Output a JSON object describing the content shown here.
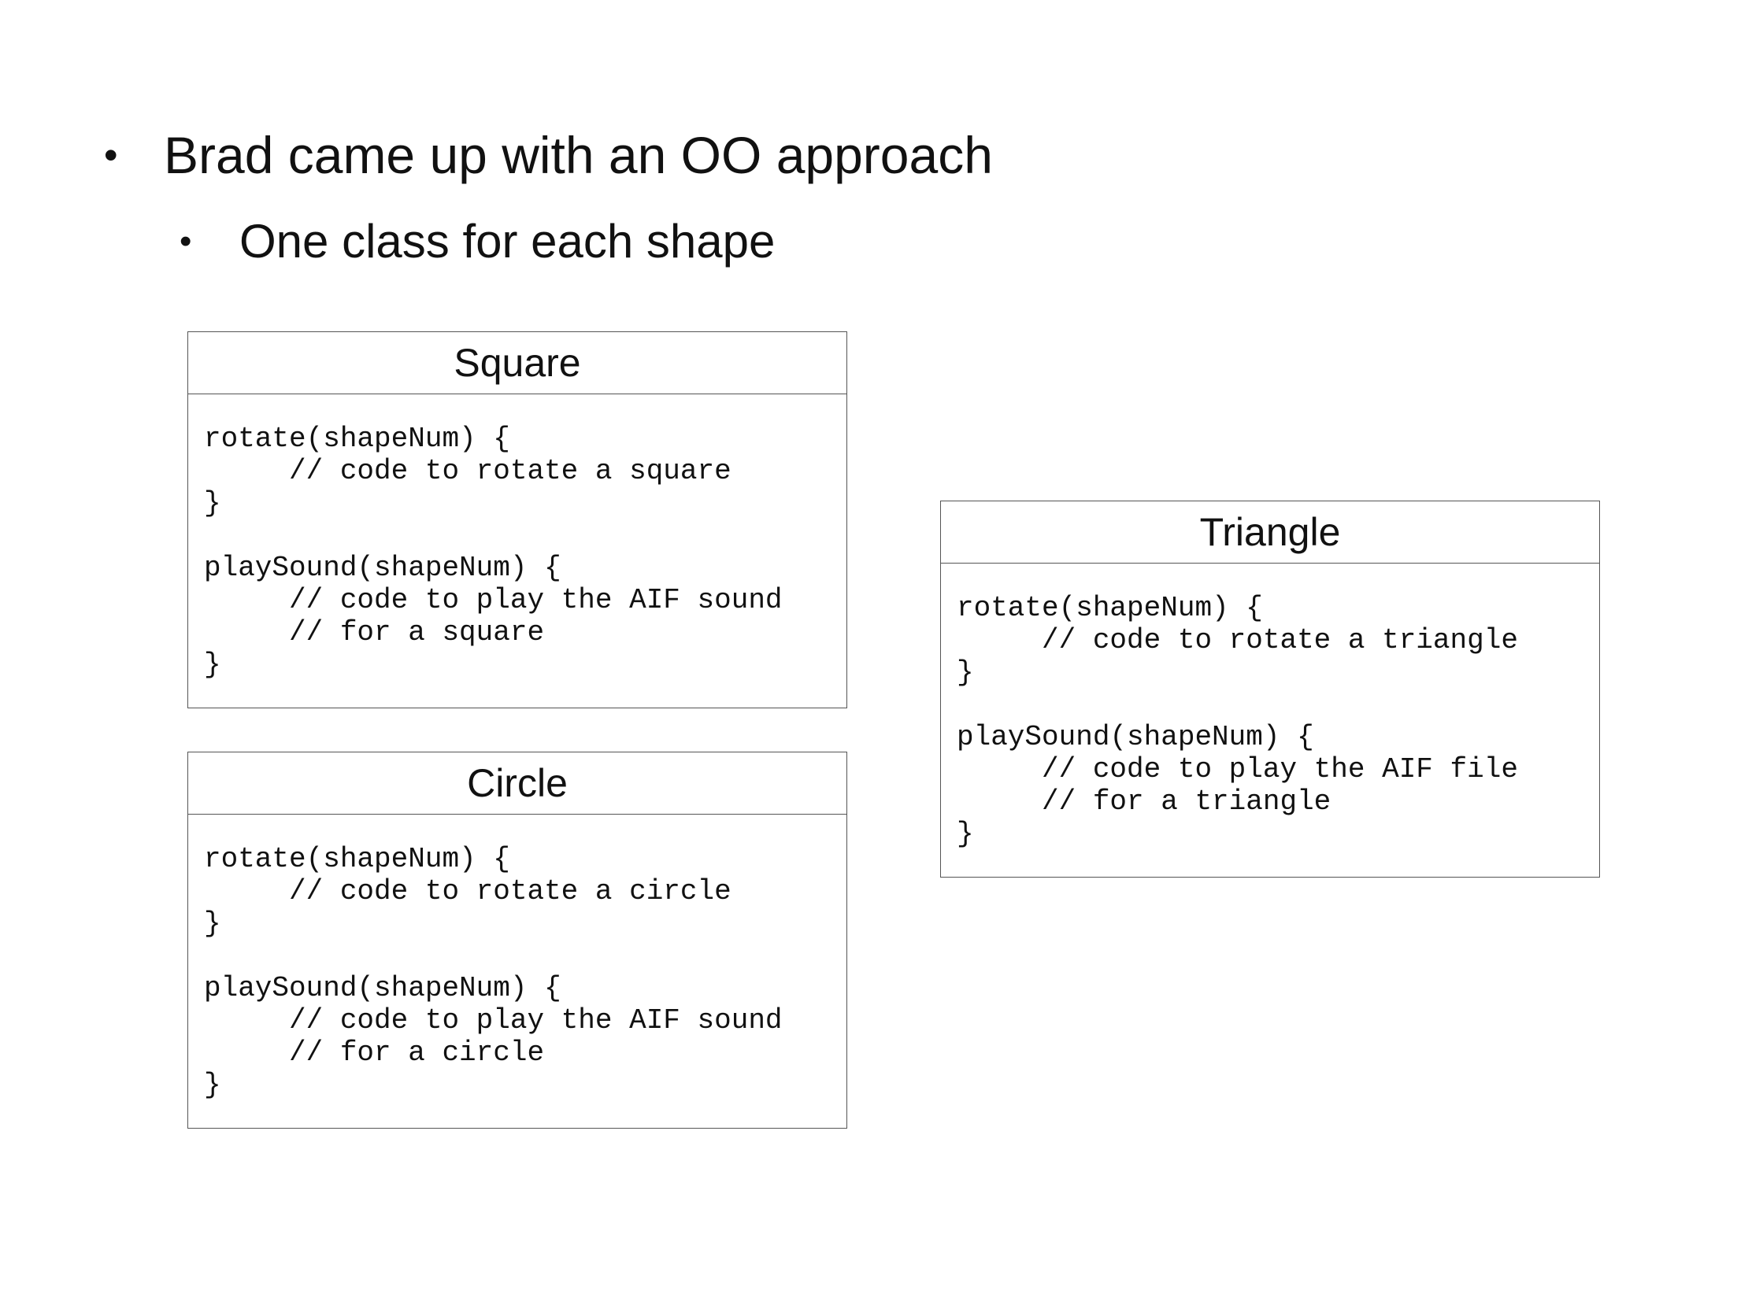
{
  "slide": {
    "bullets": [
      {
        "marker": "•",
        "text": "Brad came up with an OO approach"
      },
      {
        "marker": "•",
        "text": "One class for each shape"
      }
    ],
    "classes": {
      "square": {
        "name": "Square",
        "code": [
          "rotate(shapeNum) {",
          "     // code to rotate a square",
          "}",
          "",
          "playSound(shapeNum) {",
          "     // code to play the AIF sound",
          "     // for a square",
          "}"
        ]
      },
      "circle": {
        "name": "Circle",
        "code": [
          "rotate(shapeNum) {",
          "     // code to rotate a circle",
          "}",
          "",
          "playSound(shapeNum) {",
          "     // code to play the AIF sound",
          "     // for a circle",
          "}"
        ]
      },
      "triangle": {
        "name": "Triangle",
        "code": [
          "rotate(shapeNum) {",
          "     // code to rotate a triangle",
          "}",
          "",
          "playSound(shapeNum) {",
          "     // code to play the AIF file",
          "     // for a triangle",
          "}"
        ]
      }
    }
  }
}
